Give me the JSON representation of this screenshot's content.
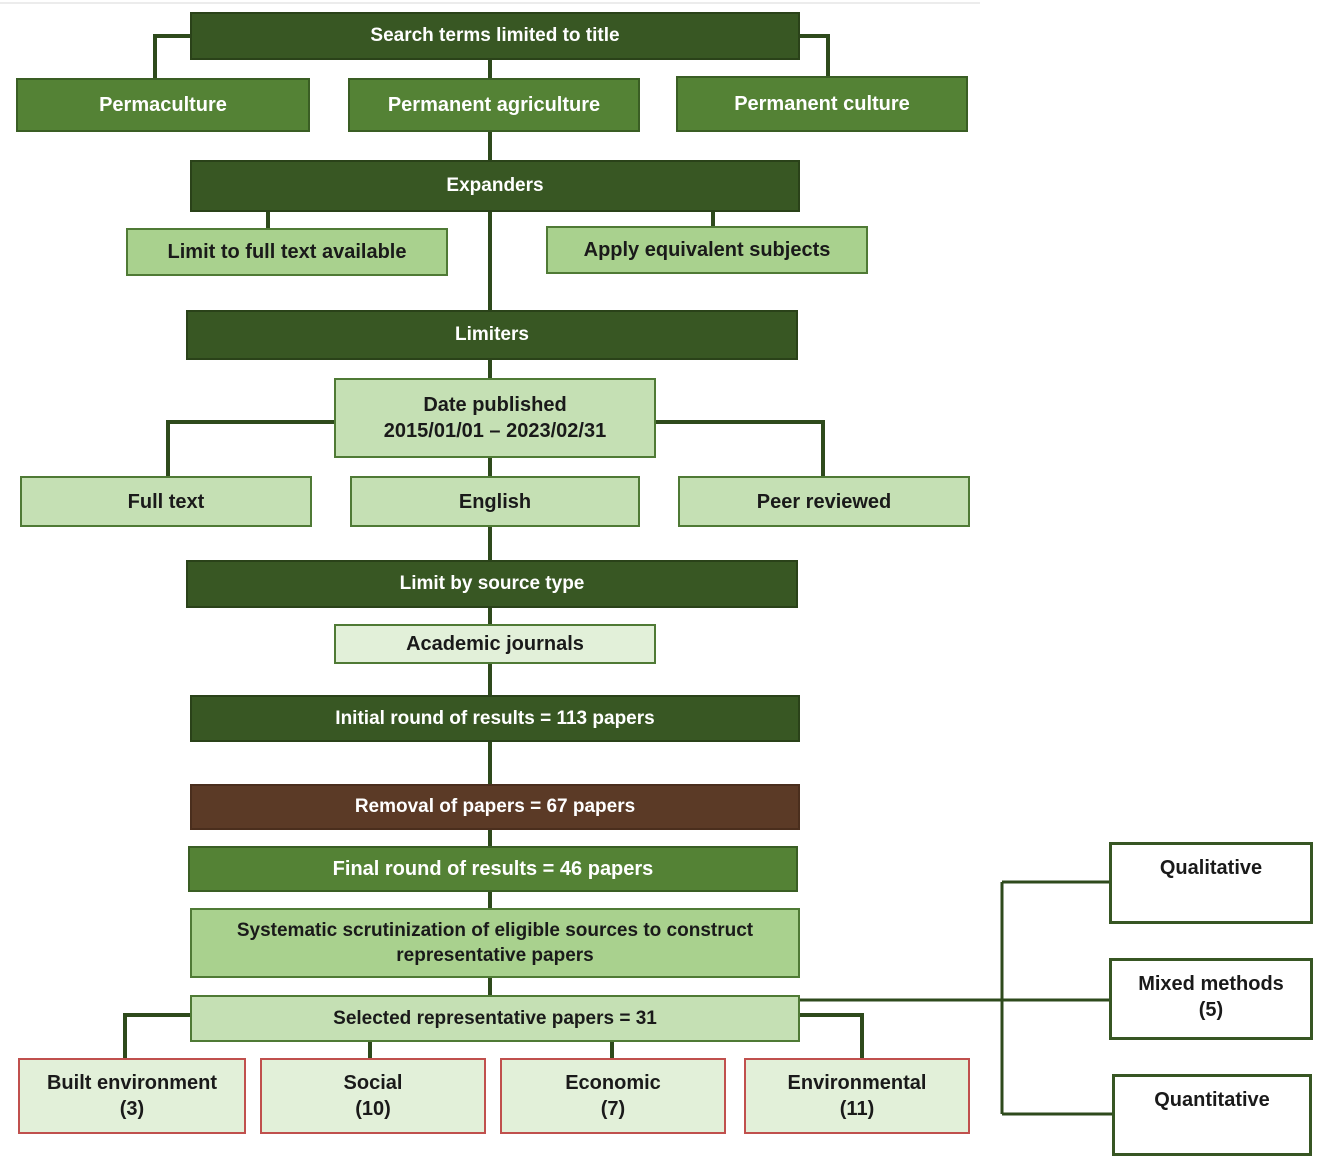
{
  "search": {
    "title": "Search terms limited to title",
    "terms": [
      "Permaculture",
      "Permanent agriculture",
      "Permanent culture"
    ]
  },
  "expanders": {
    "title": "Expanders",
    "items": [
      "Limit to full text available",
      "Apply equivalent subjects"
    ]
  },
  "limiters": {
    "title": "Limiters",
    "date_line1": "Date published",
    "date_line2": "2015/01/01 – 2023/02/31",
    "items": [
      "Full text",
      "English",
      "Peer reviewed"
    ]
  },
  "source": {
    "title": "Limit by source type",
    "item": "Academic journals"
  },
  "results": {
    "initial": "Initial round of results = 113 papers",
    "removal": "Removal of papers = 67 papers",
    "final": "Final round of results = 46 papers",
    "scrutiny_line1": "Systematic  scrutinization of eligible sources to construct",
    "scrutiny_line2": "representative papers",
    "selected": "Selected  representative papers = 31"
  },
  "categories": [
    {
      "label": "Built environment",
      "count": "(3)"
    },
    {
      "label": "Social",
      "count": "(10)"
    },
    {
      "label": "Economic",
      "count": "(7)"
    },
    {
      "label": "Environmental",
      "count": "(11)"
    }
  ],
  "methods": [
    {
      "label": "Qualitative",
      "count": ""
    },
    {
      "label": "Mixed methods",
      "count": "(5)"
    },
    {
      "label": "Quantitative",
      "count": ""
    }
  ],
  "colors": {
    "dark_green": "#385723",
    "mid_green": "#548235",
    "light_green": "#a9d18e",
    "pale_green": "#c5e0b4",
    "paler_green": "#e2f0d9",
    "brown": "#5b3a26",
    "red_border": "#c0504d",
    "connector": "#2e4a1c"
  }
}
